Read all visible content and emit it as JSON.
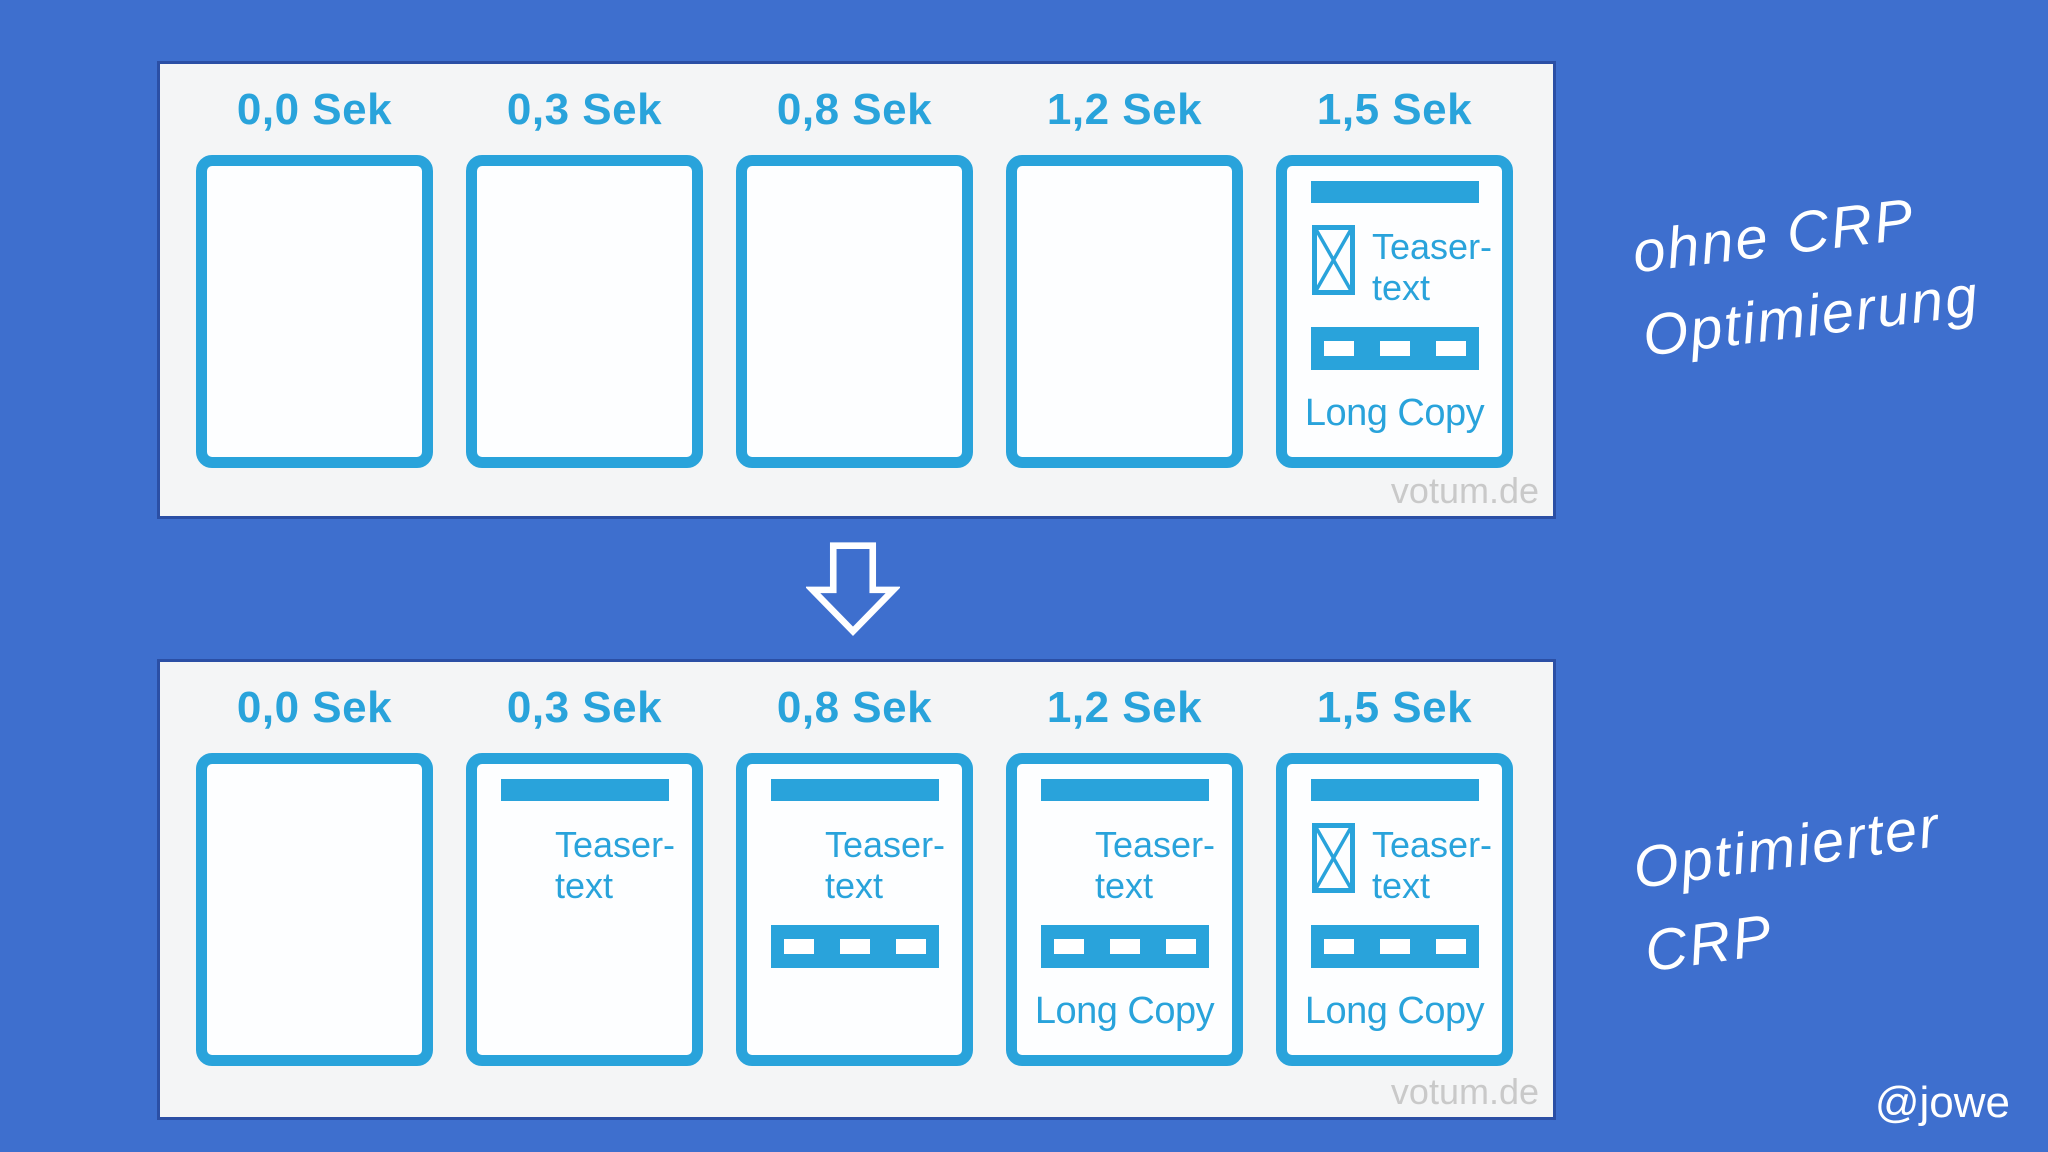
{
  "colors": {
    "bg": "#3e6fce",
    "accent": "#29a3db",
    "panel": "#f4f5f6",
    "panel-edge": "#2b4fa5",
    "watermark": "#c9c9c9",
    "white": "#ffffff"
  },
  "texts": {
    "teaser_line1": "Teaser-",
    "teaser_line2": "text",
    "long_copy": "Long Copy"
  },
  "annotations": {
    "without_line1": "ohne CRP",
    "without_line2": "Optimierung",
    "optimized_line1": "Optimierter",
    "optimized_line2": "CRP"
  },
  "credit": {
    "handle": "@jowe"
  },
  "rows": [
    {
      "name": "without-crp-optimization",
      "watermark": "votum.de",
      "columns": [
        {
          "time": "0,0 Sek",
          "elements": []
        },
        {
          "time": "0,3 Sek",
          "elements": []
        },
        {
          "time": "0,8 Sek",
          "elements": []
        },
        {
          "time": "1,2 Sek",
          "elements": []
        },
        {
          "time": "1,5 Sek",
          "elements": [
            "header-bar",
            "image",
            "teaser-text",
            "nav-bar",
            "long-copy"
          ]
        }
      ]
    },
    {
      "name": "optimized-crp",
      "watermark": "votum.de",
      "columns": [
        {
          "time": "0,0 Sek",
          "elements": []
        },
        {
          "time": "0,3 Sek",
          "elements": [
            "header-bar",
            "teaser-text"
          ]
        },
        {
          "time": "0,8 Sek",
          "elements": [
            "header-bar",
            "teaser-text",
            "nav-bar"
          ]
        },
        {
          "time": "1,2 Sek",
          "elements": [
            "header-bar",
            "teaser-text",
            "nav-bar",
            "long-copy"
          ]
        },
        {
          "time": "1,5 Sek",
          "elements": [
            "header-bar",
            "image",
            "teaser-text",
            "nav-bar",
            "long-copy"
          ]
        }
      ]
    }
  ]
}
